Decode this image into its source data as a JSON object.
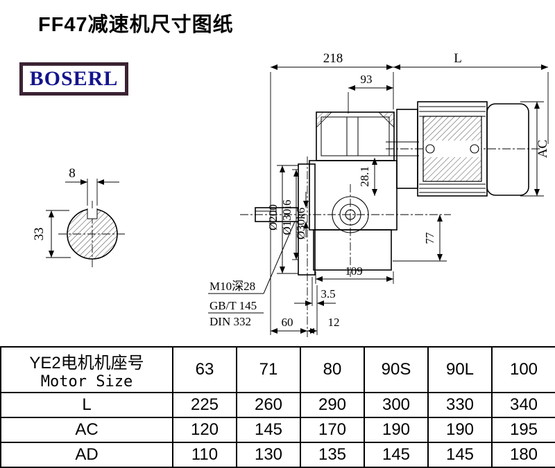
{
  "title": "FF47减速机尺寸图纸",
  "logo": {
    "text": "BOSERL",
    "text_color": "#14148c",
    "border_color": "#3b2333"
  },
  "drawing": {
    "dims": {
      "top_width": "218",
      "top_length": "L",
      "inner_width": "93",
      "motor_height": "AC",
      "shaft_offset": "28.1",
      "flange_dia": "Ø200",
      "spigot_dia": "Ø130i6",
      "shaft_dia": "Ø30k6",
      "lower_height": "77",
      "lower_width": "109",
      "gap": "3.5",
      "shaft_len": "60",
      "step": "12",
      "key_width": "8",
      "section_height": "33",
      "thread_note": "M10深28",
      "std_note1": "GB/T 145",
      "std_note2": "DIN 332"
    }
  },
  "table": {
    "header_line1": "YE2电机机座号",
    "header_line2": "Motor Size",
    "sizes": [
      "63",
      "71",
      "80",
      "90S",
      "90L",
      "100"
    ],
    "rows": [
      {
        "label": "L",
        "values": [
          "225",
          "260",
          "290",
          "300",
          "330",
          "340"
        ]
      },
      {
        "label": "AC",
        "values": [
          "120",
          "145",
          "170",
          "190",
          "190",
          "195"
        ]
      },
      {
        "label": "AD",
        "values": [
          "110",
          "130",
          "135",
          "145",
          "145",
          "180"
        ]
      }
    ]
  }
}
